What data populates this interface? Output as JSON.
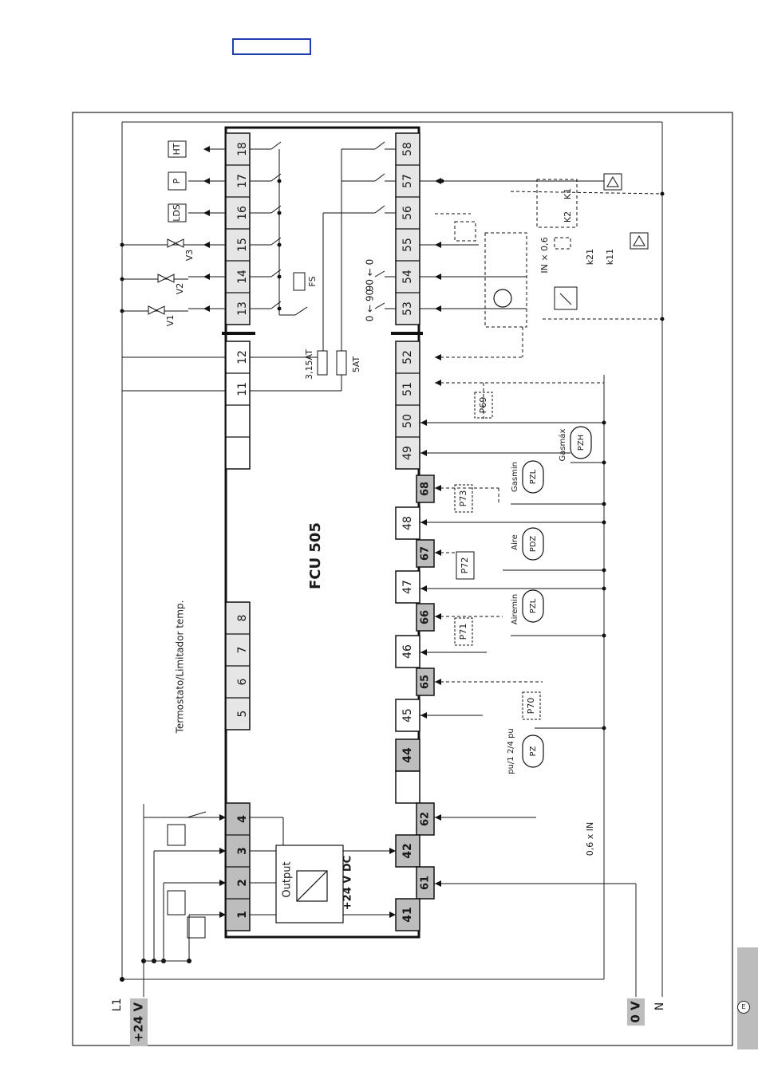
{
  "device": {
    "model": "FCU 505",
    "output_label": "Output",
    "dc_label": "+24 V DC"
  },
  "supply": {
    "l1": "L1",
    "plus24": "+24 V",
    "zero_v": "0 V",
    "n": "N",
    "current_note": "0,6 x IN"
  },
  "fuses": {
    "f1": "3,15AT",
    "f2": "5AT",
    "fs": "FS"
  },
  "thermostat_label": "Termostato/Limitador temp.",
  "outputs": {
    "ht": "HT",
    "p": "P",
    "lds": "LDS",
    "v1": "V1",
    "v2": "V2",
    "v3": "V3"
  },
  "flap_positions": {
    "t53": "0 ← 90",
    "t54": "90 ← 0"
  },
  "relays": {
    "k1": "K1",
    "k2": "K2",
    "k11": "k11",
    "k21": "k21",
    "current": "IN × 0,6"
  },
  "pressure_switches": {
    "pzh": "PZH",
    "gas_max": "Gasmáx",
    "pzl_gas": "PZL",
    "gas_min": "Gasmin",
    "pdz": "PDZ",
    "aire": "Aire",
    "pzl_aire": "PZL",
    "aire_min": "Airemin",
    "pz": "PZ",
    "pu_formula": "pu/1 2/4 pu"
  },
  "programs": [
    "P69",
    "P73",
    "P72",
    "P71",
    "P70"
  ],
  "terminals": {
    "top_row": [
      "18",
      "17",
      "16",
      "15",
      "14",
      "13",
      "12",
      "11"
    ],
    "therm_row": [
      "8",
      "7",
      "6",
      "5"
    ],
    "left_row": [
      "4",
      "3",
      "2",
      "1"
    ],
    "right_top": [
      "58",
      "57",
      "56",
      "55",
      "54",
      "53",
      "52",
      "51",
      "50",
      "49"
    ],
    "right_mid": [
      "68",
      "48",
      "67",
      "47",
      "66",
      "46",
      "65",
      "45",
      "44"
    ],
    "right_bottom": [
      "62",
      "42",
      "61",
      "41"
    ]
  },
  "page_badge": "E"
}
